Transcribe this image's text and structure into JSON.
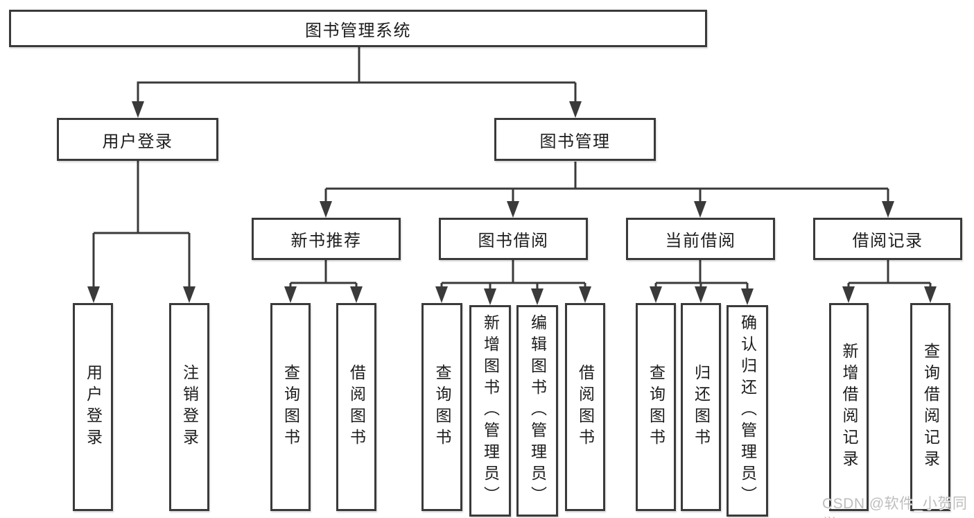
{
  "diagram": {
    "root": {
      "label": "图书管理系统"
    },
    "branches": [
      {
        "label": "用户登录",
        "children": [
          {
            "label": "用户登录"
          },
          {
            "label": "注销登录"
          }
        ]
      },
      {
        "label": "图书管理",
        "children": [
          {
            "label": "新书推荐",
            "children": [
              {
                "label": "查询图书"
              },
              {
                "label": "借阅图书"
              }
            ]
          },
          {
            "label": "图书借阅",
            "children": [
              {
                "label": "查询图书"
              },
              {
                "label": "新增图书（管理员）"
              },
              {
                "label": "编辑图书（管理员）"
              },
              {
                "label": "借阅图书"
              }
            ]
          },
          {
            "label": "当前借阅",
            "children": [
              {
                "label": "查询图书"
              },
              {
                "label": "归还图书"
              },
              {
                "label": "确认归还（管理员）"
              }
            ]
          },
          {
            "label": "借阅记录",
            "children": [
              {
                "label": "新增借阅记录"
              },
              {
                "label": "查询借阅记录"
              }
            ]
          }
        ]
      }
    ],
    "watermark": "CSDN @软件_小贺同学",
    "colors": {
      "line": "#3a3a3a",
      "text": "#1c1c1c",
      "background": "#ffffff",
      "watermark": "#bdbdbd"
    }
  }
}
